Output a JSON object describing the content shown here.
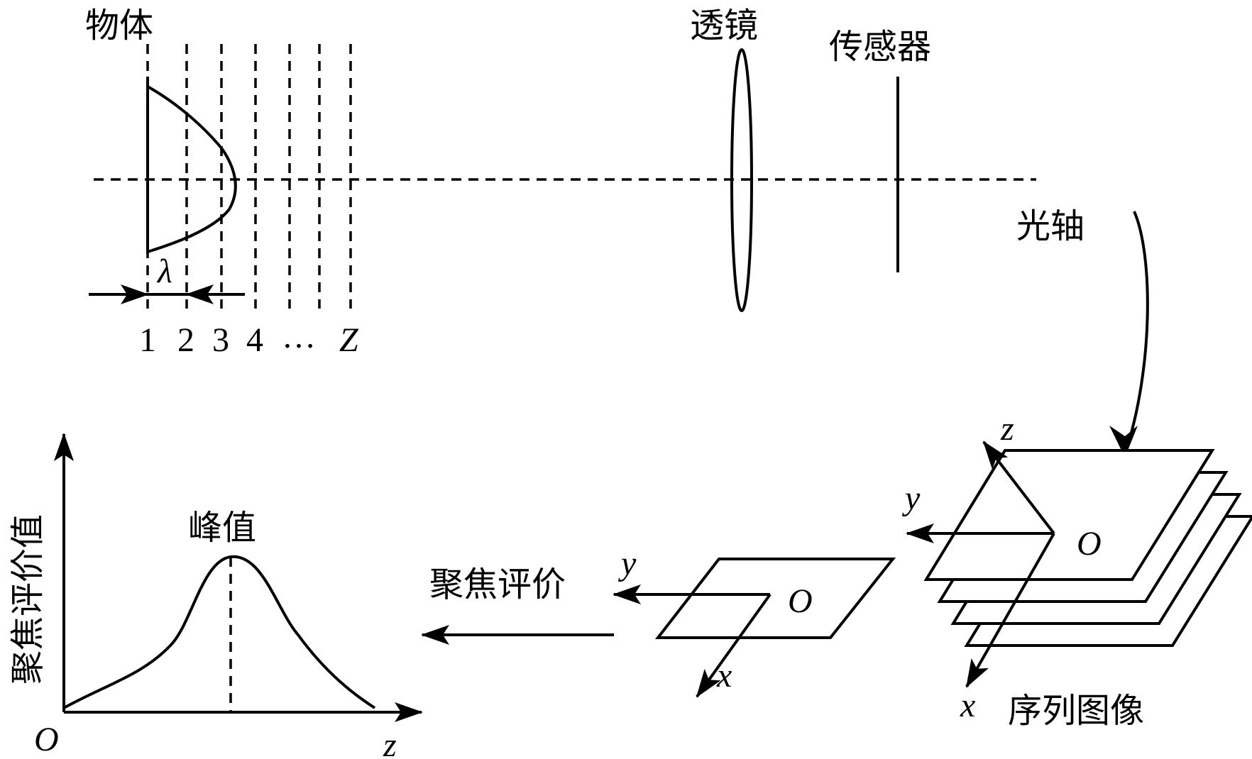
{
  "labels": {
    "object": "物体",
    "lens": "透镜",
    "sensor": "传感器",
    "optical_axis": "光轴",
    "lambda": "λ",
    "positions": [
      "1",
      "2",
      "3",
      "4",
      "…",
      "Z"
    ],
    "origin_stack": "O",
    "axis_z_stack": "z",
    "axis_y_stack": "y",
    "axis_x_stack": "x",
    "sequence_images": "序列图像",
    "origin_single": "O",
    "axis_y_single": "y",
    "axis_x_single": "x",
    "focus_eval": "聚焦评价",
    "curve_y_label": "聚焦评价值",
    "peak": "峰值",
    "curve_origin": "O",
    "curve_x_label": "z"
  }
}
